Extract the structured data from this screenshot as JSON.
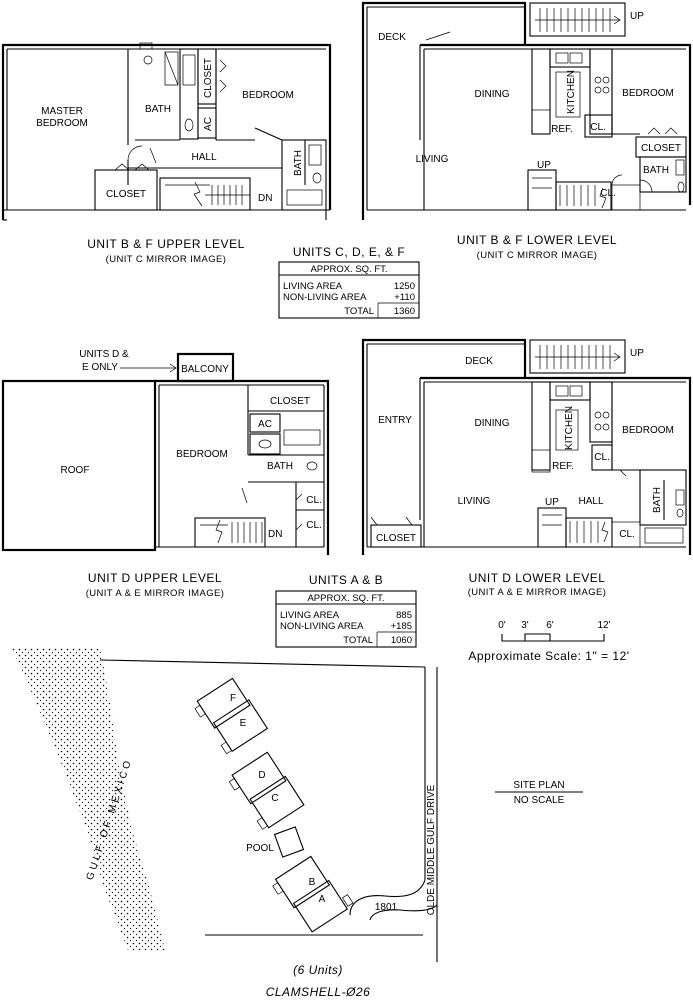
{
  "plans": {
    "bf_upper": {
      "title": "UNIT B & F UPPER LEVEL",
      "subtitle": "(UNIT C MIRROR IMAGE)",
      "rooms": {
        "master_line1": "MASTER",
        "master_line2": "BEDROOM",
        "bath": "BATH",
        "closet_v": "CLOSET",
        "ac": "AC",
        "bedroom": "BEDROOM",
        "hall": "HALL",
        "bath2": "BATH",
        "closet": "CLOSET",
        "dn": "DN"
      }
    },
    "bf_lower": {
      "title": "UNIT B & F LOWER LEVEL",
      "subtitle": "(UNIT C MIRROR IMAGE)",
      "rooms": {
        "deck": "DECK",
        "up_top": "UP",
        "dining": "DINING",
        "kitchen": "KITCHEN",
        "bedroom": "BEDROOM",
        "living": "LIVING",
        "ref": "REF.",
        "cl": "CL.",
        "closet": "CLOSET",
        "bath": "BATH",
        "up": "UP",
        "cl2": "CL."
      }
    },
    "d_upper": {
      "title": "UNIT D UPPER LEVEL",
      "subtitle": "(UNIT A & E MIRROR IMAGE)",
      "callout_line1": "UNITS D &",
      "callout_line2": "E ONLY",
      "rooms": {
        "balcony": "BALCONY",
        "closet": "CLOSET",
        "ac": "AC",
        "roof": "ROOF",
        "bedroom": "BEDROOM",
        "bath": "BATH",
        "cl1": "CL.",
        "cl2": "CL.",
        "dn": "DN"
      }
    },
    "d_lower": {
      "title": "UNIT D LOWER LEVEL",
      "subtitle": "(UNIT A & E MIRROR IMAGE)",
      "rooms": {
        "deck": "DECK",
        "up_top": "UP",
        "entry": "ENTRY",
        "dining": "DINING",
        "kitchen": "KITCHEN",
        "bedroom": "BEDROOM",
        "ref": "REF.",
        "cl": "CL.",
        "living": "LIVING",
        "up": "UP",
        "hall": "HALL",
        "bath": "BATH",
        "closet": "CLOSET",
        "cl2": "CL."
      }
    }
  },
  "tables": {
    "cdef": {
      "title": "UNITS C, D, E, & F",
      "header": "APPROX. SQ. FT.",
      "rows": [
        {
          "label": "LIVING AREA",
          "value": "1250"
        },
        {
          "label": "NON-LIVING AREA",
          "value": "+110"
        },
        {
          "label": "TOTAL",
          "value": "1360"
        }
      ]
    },
    "ab": {
      "title": "UNITS A & B",
      "header": "APPROX. SQ. FT.",
      "rows": [
        {
          "label": "LIVING AREA",
          "value": "885"
        },
        {
          "label": "NON-LIVING AREA",
          "value": "+185"
        },
        {
          "label": "TOTAL",
          "value": "1060"
        }
      ]
    }
  },
  "scale": {
    "ticks": [
      "0'",
      "3'",
      "6'",
      "12'"
    ],
    "text": "Approximate Scale: 1\" = 12'"
  },
  "site": {
    "gulf_label": "GULF OF MEXICO",
    "units": [
      "F",
      "E",
      "D",
      "C",
      "B",
      "A"
    ],
    "pool": "POOL",
    "road_number": "1801",
    "road_name": "OLDE MIDDLE GULF DRIVE",
    "site_plan": "SITE PLAN",
    "no_scale": "NO SCALE"
  },
  "footer": {
    "units_count": "(6 Units)",
    "name": "CLAMSHELL-Ø26"
  }
}
